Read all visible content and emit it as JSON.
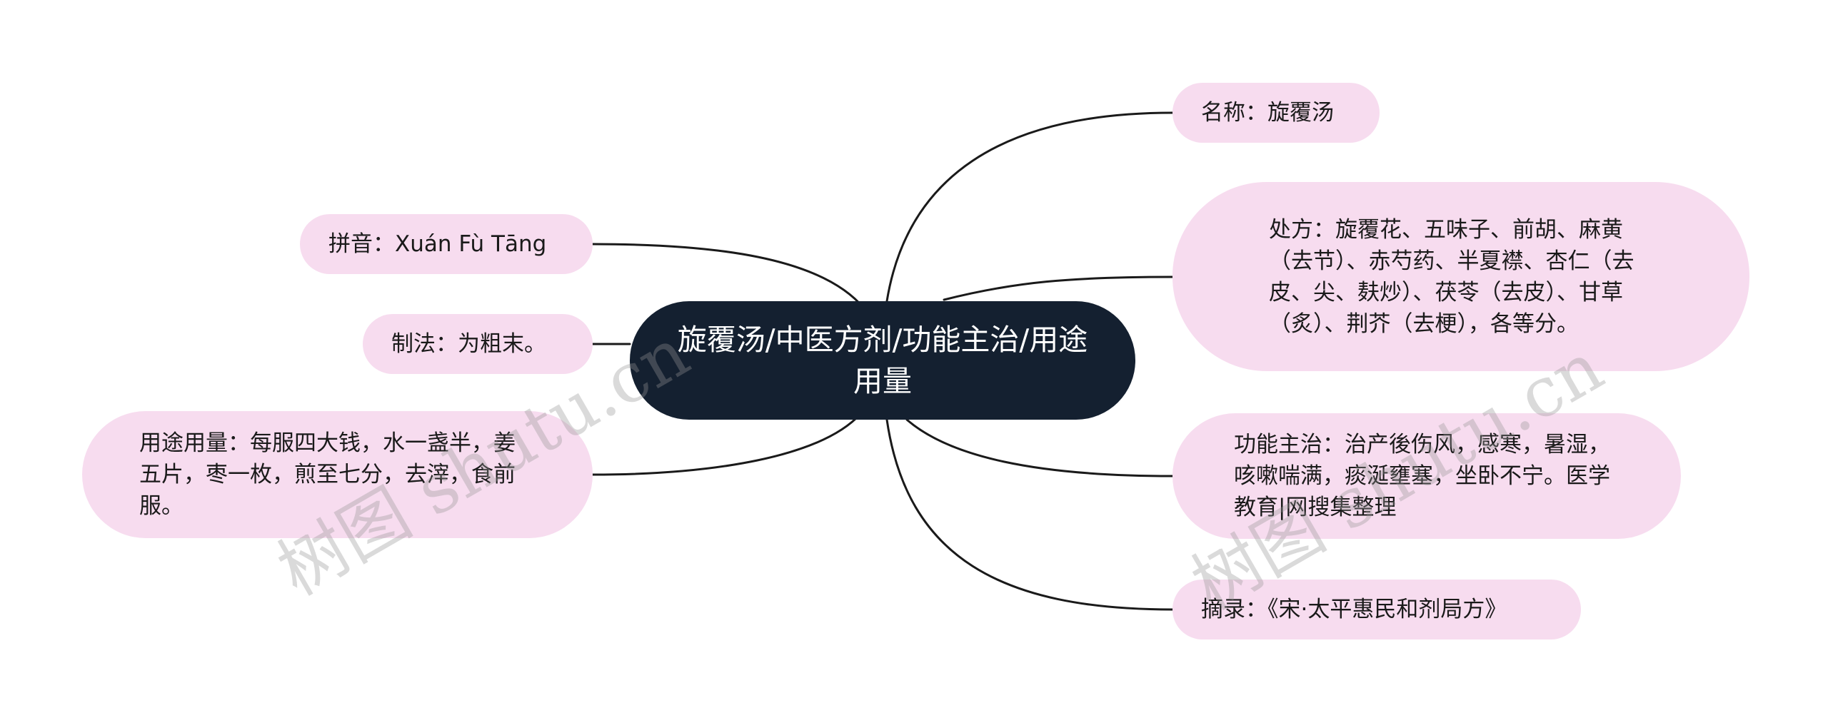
{
  "center": {
    "title": "旋覆汤/中医方剂/功能主治/用途用量"
  },
  "left_nodes": {
    "pinyin": "拼音：Xuán Fù Tāng",
    "method": "制法：为粗末。",
    "usage": "用途用量：每服四大钱，水一盏半，姜五片，枣一枚，煎至七分，去滓，食前服。"
  },
  "right_nodes": {
    "name": "名称：旋覆汤",
    "recipe": "处方：旋覆花、五味子、前胡、麻黄（去节）、赤芍药、半夏襟、杏仁（去皮、尖、麸炒）、茯苓（去皮）、甘草（炙）、荆芥（去梗），各等分。",
    "function": "功能主治：治产後伤风，感寒，暑湿，咳嗽喘满，痰涎壅塞，坐卧不宁。医学教育|网搜集整理",
    "source": "摘录：《宋·太平惠民和剂局方》"
  },
  "watermark": {
    "text": "树图 shutu.cn"
  },
  "colors": {
    "center_fill": "#142030",
    "node_fill": "#f7dcef",
    "connector": "#1a1a1a"
  }
}
